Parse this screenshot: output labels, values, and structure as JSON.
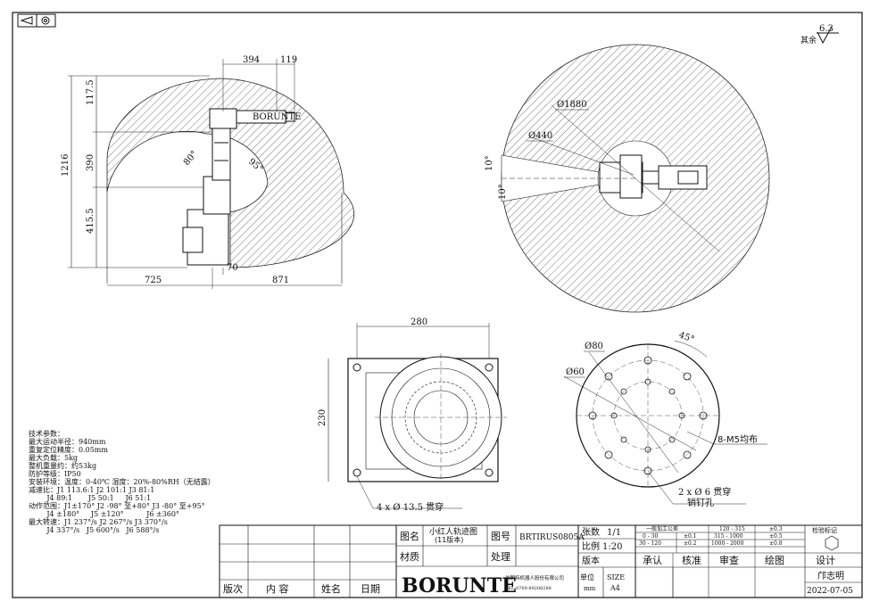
{
  "roughness": {
    "value": "6.3",
    "label": "其余"
  },
  "side_view": {
    "dims": {
      "d394": "394",
      "d119": "119",
      "d117": "117.5",
      "d1216": "1216",
      "d390": "390",
      "d415": "415.5",
      "d725": "725",
      "d871": "871",
      "d70": "70"
    },
    "angles": {
      "a80": "80°",
      "a95": "95°"
    },
    "nameplate": "BORUNTE"
  },
  "top_view": {
    "d1880": "Ø1880",
    "d440": "Ø440",
    "a10a": "10°",
    "a10b": "10°"
  },
  "base_view": {
    "d280": "280",
    "d230": "230",
    "holes": "4 x Ø 13.5 贯穿"
  },
  "flange_view": {
    "d80": "Ø80",
    "d60": "Ø60",
    "a45": "45°",
    "m5": "8-M5均布",
    "pin": "2 x Ø 6 贯穿",
    "pin2": "销钉孔"
  },
  "specs": [
    "技术参数：",
    "最大运动半径：940mm",
    "重复定位精度：0.05mm",
    "最大负载：5kg",
    "整机重量约：约53kg",
    "防护等级：IP50",
    "安装环境：温度：0-40℃ 湿度：20%-80%RH（无结露）",
    "减速比：J1 113.6:1    J2 101:1    J3 81:1",
    "        J4 89:1       J5 50:1     J6 51:1",
    "动作范围：J1±170°    J2 -98° 至+80°   J3 -80° 至+95°",
    "        J4 ±180°     J5 ±120°          J6 ±360°",
    "最大转速：J1 237°/s   J2 267°/s   J3 370°/s",
    "        J4 337°/s   J5 600°/s   J6 588°/s"
  ],
  "title_block": {
    "rev": "版次",
    "content": "内 容",
    "name": "姓名",
    "date": "日期",
    "tu_ming": "图名",
    "tu_ming_v1": "小红人轨迹图",
    "tu_ming_v2": "(11版本)",
    "tu_hao": "图号",
    "tu_hao_v": "BRTIRUS0805A",
    "cai_zhi": "材质",
    "chu_li": "处理",
    "zhang_shu": "张数",
    "zhang_shu_v": "1/1",
    "bi_li": "比例",
    "bi_li_v": "1:20",
    "ban_ben": "版本",
    "dan_wei": "单位",
    "dan_wei_v": "mm",
    "size": "SIZE",
    "size_v": "A4",
    "tol_title": "一般加工公差",
    "tol": [
      [
        "0 - 30",
        "±0.1",
        "315 - 1000",
        "±0.5"
      ],
      [
        "30 - 120",
        "±0.2",
        "1000 - 2000",
        "±0.8"
      ]
    ],
    "tol_top": [
      "120 - 315",
      "±0.3"
    ],
    "check": "检验标记",
    "cheng_ren": "承认",
    "he_zhun": "核准",
    "shen_cha": "审查",
    "hui_tu": "绘图",
    "she_ji": "设计",
    "designer": "邝志明",
    "ddate": "2022-07-05",
    "logo": "BORUNTE",
    "company": "伯朗特机器人股份有限公司",
    "tel": "TEL:0769-89208288"
  },
  "colors": {
    "line": "#222222",
    "frame": "#111111",
    "hatch": "#444444"
  }
}
